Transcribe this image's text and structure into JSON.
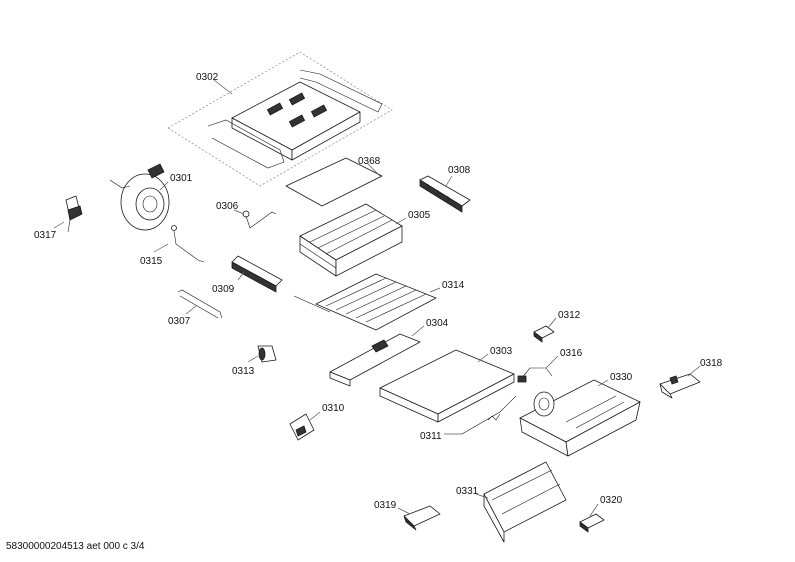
{
  "footer": {
    "document_id": "58300000204513 aet 000 c 3/4"
  },
  "parts": [
    {
      "id": "p0302",
      "label": "0302"
    },
    {
      "id": "p0368",
      "label": "0368"
    },
    {
      "id": "p0308",
      "label": "0308"
    },
    {
      "id": "p0301",
      "label": "0301"
    },
    {
      "id": "p0306",
      "label": "0306"
    },
    {
      "id": "p0305",
      "label": "0305"
    },
    {
      "id": "p0317",
      "label": "0317"
    },
    {
      "id": "p0315",
      "label": "0315"
    },
    {
      "id": "p0309",
      "label": "0309"
    },
    {
      "id": "p0314",
      "label": "0314"
    },
    {
      "id": "p0307",
      "label": "0307"
    },
    {
      "id": "p0304",
      "label": "0304"
    },
    {
      "id": "p0312",
      "label": "0312"
    },
    {
      "id": "p0313",
      "label": "0313"
    },
    {
      "id": "p0303",
      "label": "0303"
    },
    {
      "id": "p0316",
      "label": "0316"
    },
    {
      "id": "p0318",
      "label": "0318"
    },
    {
      "id": "p0330",
      "label": "0330"
    },
    {
      "id": "p0310",
      "label": "0310"
    },
    {
      "id": "p0311",
      "label": "0311"
    },
    {
      "id": "p0319",
      "label": "0319"
    },
    {
      "id": "p0331",
      "label": "0331"
    },
    {
      "id": "p0320",
      "label": "0320"
    }
  ]
}
